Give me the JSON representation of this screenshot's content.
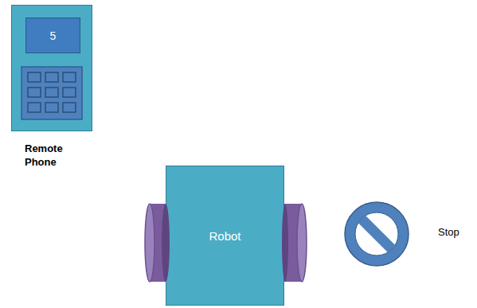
{
  "diagram": {
    "nodes": [
      {
        "text": [
          "Remote Phone"
        ]
      },
      {
        "text": [
          "5"
        ],
        "in": 0
      },
      {
        "text": [
          "Robot"
        ]
      }
    ],
    "edges": [],
    "labels": [
      "Stop"
    ]
  }
}
